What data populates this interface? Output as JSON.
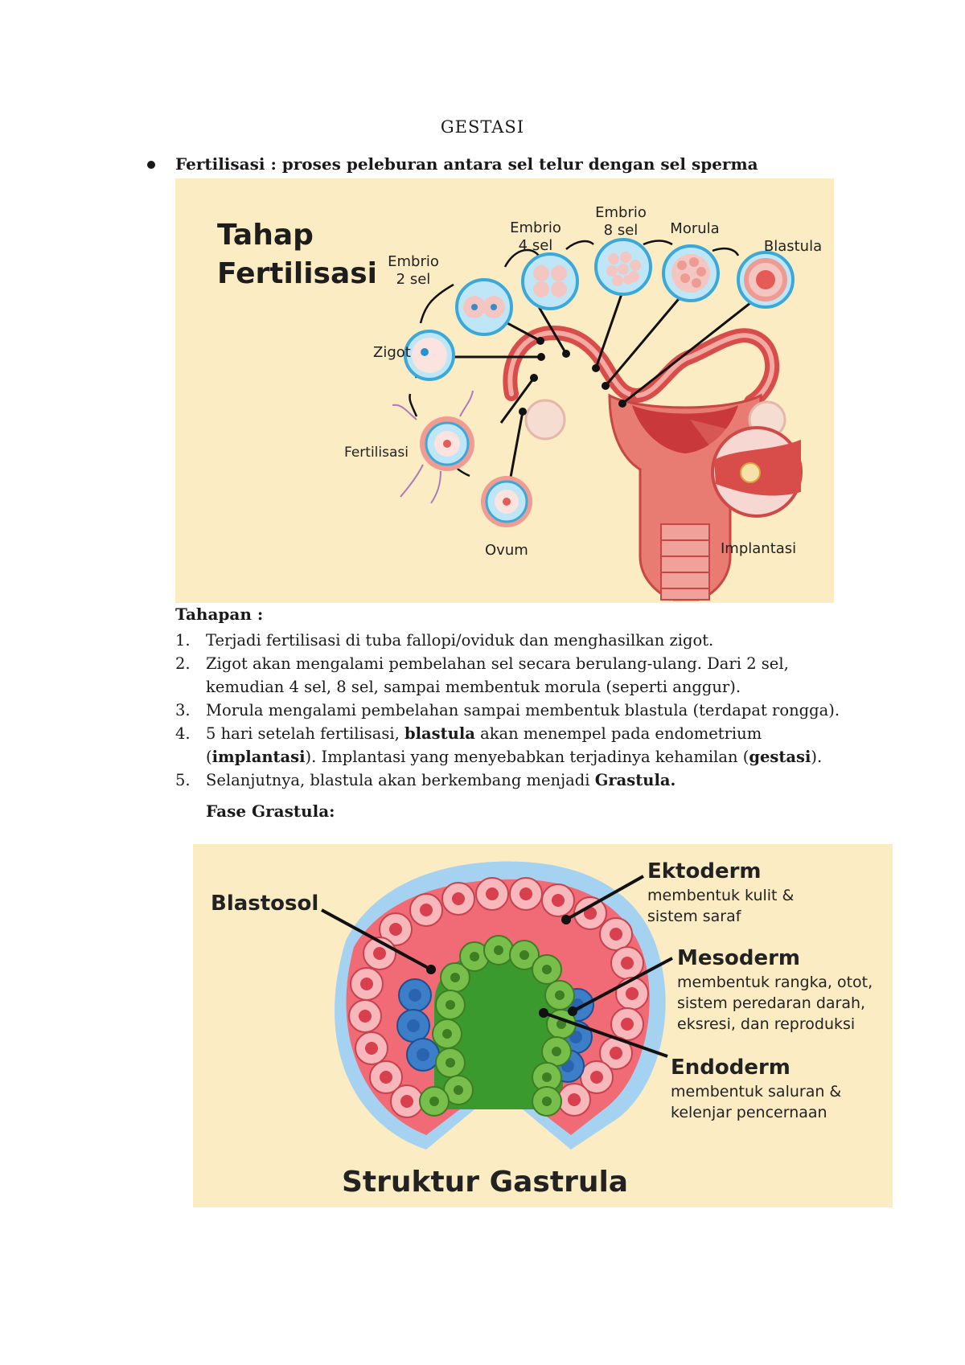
{
  "document": {
    "title": "GESTASI",
    "bullet": "Fertilisasi : proses peleburan antara sel telur dengan sel sperma",
    "tahapan_heading": "Tahapan :",
    "steps": [
      {
        "num": "1.",
        "parts": [
          "Terjadi fertilisasi di tuba fallopi/oviduk dan menghasilkan zigot."
        ]
      },
      {
        "num": "2.",
        "parts": [
          "Zigot akan mengalami pembelahan sel secara berulang-ulang. Dari 2 sel, kemudian 4 sel, 8 sel, sampai membentuk morula (seperti anggur)."
        ]
      },
      {
        "num": "3.",
        "parts": [
          "Morula mengalami pembelahan sampai membentuk blastula (terdapat rongga)."
        ]
      },
      {
        "num": "4.",
        "parts": [
          "5 hari setelah fertilisasi, ",
          "blastula",
          " akan menempel pada endometrium (",
          "implantasi",
          "). Implantasi yang menyebabkan terjadinya kehamilan (",
          "gestasi",
          ")."
        ]
      },
      {
        "num": "5.",
        "parts": [
          "Selanjutnya, blastula akan berkembang menjadi ",
          "Grastula."
        ]
      }
    ],
    "fase_heading": "Fase Grastula:"
  },
  "figure_fertilisasi": {
    "title_line1": "Tahap",
    "title_line2": "Fertilisasi",
    "labels": {
      "embrio2_a": "Embrio",
      "embrio2_b": "2 sel",
      "embrio4_a": "Embrio",
      "embrio4_b": "4 sel",
      "embrio8_a": "Embrio",
      "embrio8_b": "8 sel",
      "morula": "Morula",
      "blastula": "Blastula",
      "zigot": "Zigot",
      "fertilisasi": "Fertilisasi",
      "ovum": "Ovum",
      "implantasi": "Implantasi"
    },
    "colors": {
      "background": "#fbecc4",
      "uterus": "#e3665f",
      "cell": "#8fd0ee"
    }
  },
  "figure_gastrula": {
    "title": "Struktur Gastrula",
    "blastosol": "Blastosol",
    "ektoderm": "Ektoderm",
    "ektoderm_desc_1": "membentuk kulit &",
    "ektoderm_desc_2": "sistem saraf",
    "mesoderm": "Mesoderm",
    "mesoderm_desc_1": "membentuk rangka, otot,",
    "mesoderm_desc_2": "sistem peredaran darah,",
    "mesoderm_desc_3": "eksresi, dan reproduksi",
    "endoderm": "Endoderm",
    "endoderm_desc_1": "membentuk saluran &",
    "endoderm_desc_2": "kelenjar pencernaan",
    "colors": {
      "background": "#fbecc4",
      "ectoderm": "#f06b75",
      "mesoderm": "#3d7ec9",
      "endoderm": "#77bf4a",
      "halo": "#a6d2f2"
    }
  }
}
